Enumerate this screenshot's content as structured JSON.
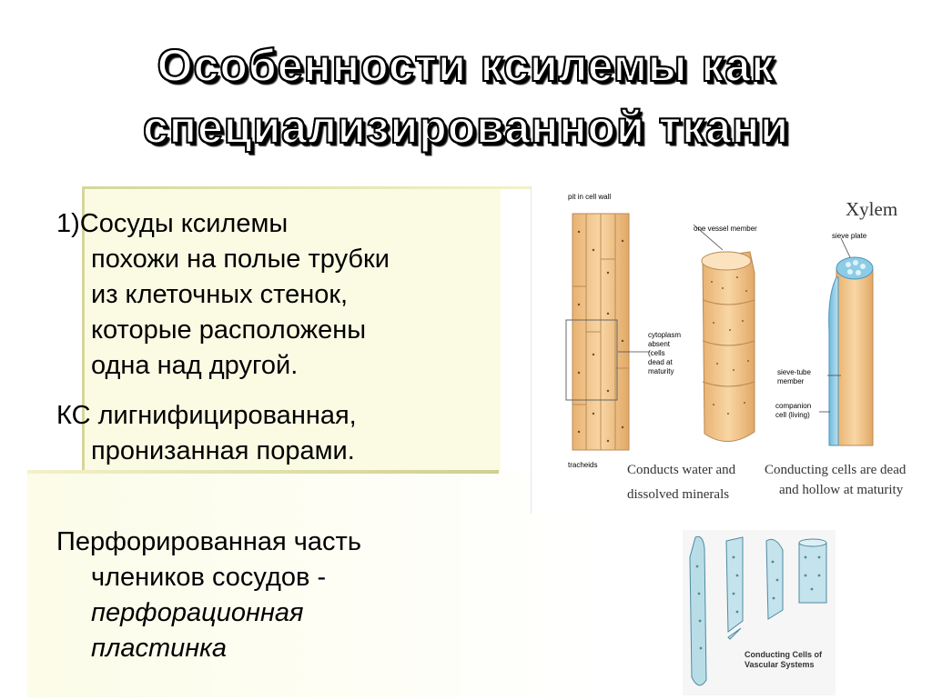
{
  "title": {
    "line1": "Особенности ксилемы как",
    "line2": "специализированной ткани"
  },
  "point1": {
    "line1": "1)Сосуды ксилемы",
    "line2": "похожи на полые трубки",
    "line3": "из клеточных стенок,",
    "line4": "которые расположены",
    "line5": "одна над другой."
  },
  "point2": {
    "line1": "КС лигнифицированная,",
    "line2": "пронизанная порами."
  },
  "point3": {
    "line1": "Перфорированная часть",
    "line2": "члеников сосудов -",
    "line3": "перфорационная",
    "line4": "пластинка"
  },
  "figure_main": {
    "label_pit": "pit in cell wall",
    "label_vessel_member": "one vessel member",
    "label_xylem": "Xylem",
    "label_sieve_plate": "sieve plate",
    "label_cytoplasm1": "cytoplasm",
    "label_cytoplasm2": "absent",
    "label_cytoplasm3": "(cells",
    "label_cytoplasm4": "dead at",
    "label_cytoplasm5": "maturity",
    "label_sieve_tube1": "sieve-tube",
    "label_sieve_tube2": "member",
    "label_companion1": "companion",
    "label_companion2": "cell (living)",
    "label_tracheids": "tracheids",
    "caption_left1": "Conducts water and",
    "caption_left2": "dissolved minerals",
    "caption_right1": "Conducting cells are dead",
    "caption_right2": "and hollow at maturity"
  },
  "figure_lower": {
    "caption1": "Conducting Cells of",
    "caption2": "Vascular Systems"
  },
  "colors": {
    "tan": "#f4c98e",
    "tan_dark": "#c8935a",
    "blue": "#8ecbe6",
    "band": "#fbfbe4"
  }
}
